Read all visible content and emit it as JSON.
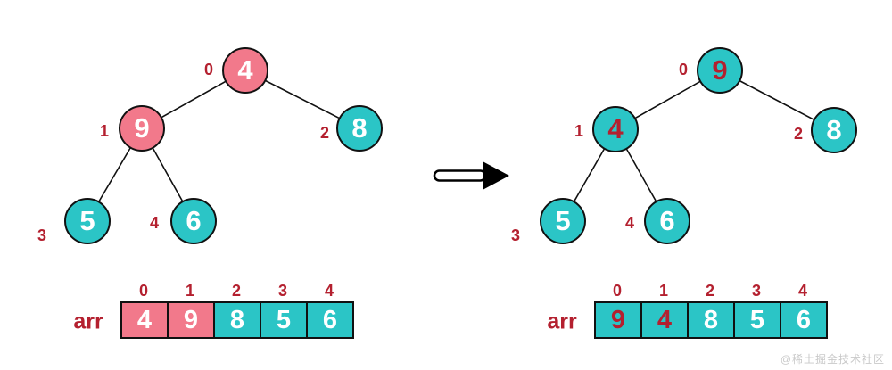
{
  "colors": {
    "pink": "#F2798B",
    "teal": "#2BC5C6",
    "dark_red": "#B4202F",
    "edge": "#111111",
    "watermark_gray": "#C9C9C9"
  },
  "left_tree": {
    "nodes": [
      {
        "index_label": "0",
        "value": "4",
        "variant": "pink"
      },
      {
        "index_label": "1",
        "value": "9",
        "variant": "pink"
      },
      {
        "index_label": "2",
        "value": "8",
        "variant": "teal"
      },
      {
        "index_label": "3",
        "value": "5",
        "variant": "teal"
      },
      {
        "index_label": "4",
        "value": "6",
        "variant": "teal"
      }
    ]
  },
  "right_tree": {
    "nodes": [
      {
        "index_label": "0",
        "value": "9",
        "variant": "teal-red"
      },
      {
        "index_label": "1",
        "value": "4",
        "variant": "teal-red"
      },
      {
        "index_label": "2",
        "value": "8",
        "variant": "teal"
      },
      {
        "index_label": "3",
        "value": "5",
        "variant": "teal"
      },
      {
        "index_label": "4",
        "value": "6",
        "variant": "teal"
      }
    ]
  },
  "left_array": {
    "label": "arr",
    "indices": [
      "0",
      "1",
      "2",
      "3",
      "4"
    ],
    "cells": [
      {
        "value": "4",
        "variant": "pink"
      },
      {
        "value": "9",
        "variant": "pink"
      },
      {
        "value": "8",
        "variant": "teal"
      },
      {
        "value": "5",
        "variant": "teal"
      },
      {
        "value": "6",
        "variant": "teal"
      }
    ]
  },
  "right_array": {
    "label": "arr",
    "indices": [
      "0",
      "1",
      "2",
      "3",
      "4"
    ],
    "cells": [
      {
        "value": "9",
        "variant": "teal-red"
      },
      {
        "value": "4",
        "variant": "teal-red"
      },
      {
        "value": "8",
        "variant": "teal"
      },
      {
        "value": "5",
        "variant": "teal"
      },
      {
        "value": "6",
        "variant": "teal"
      }
    ]
  },
  "watermark": "@稀土掘金技术社区"
}
